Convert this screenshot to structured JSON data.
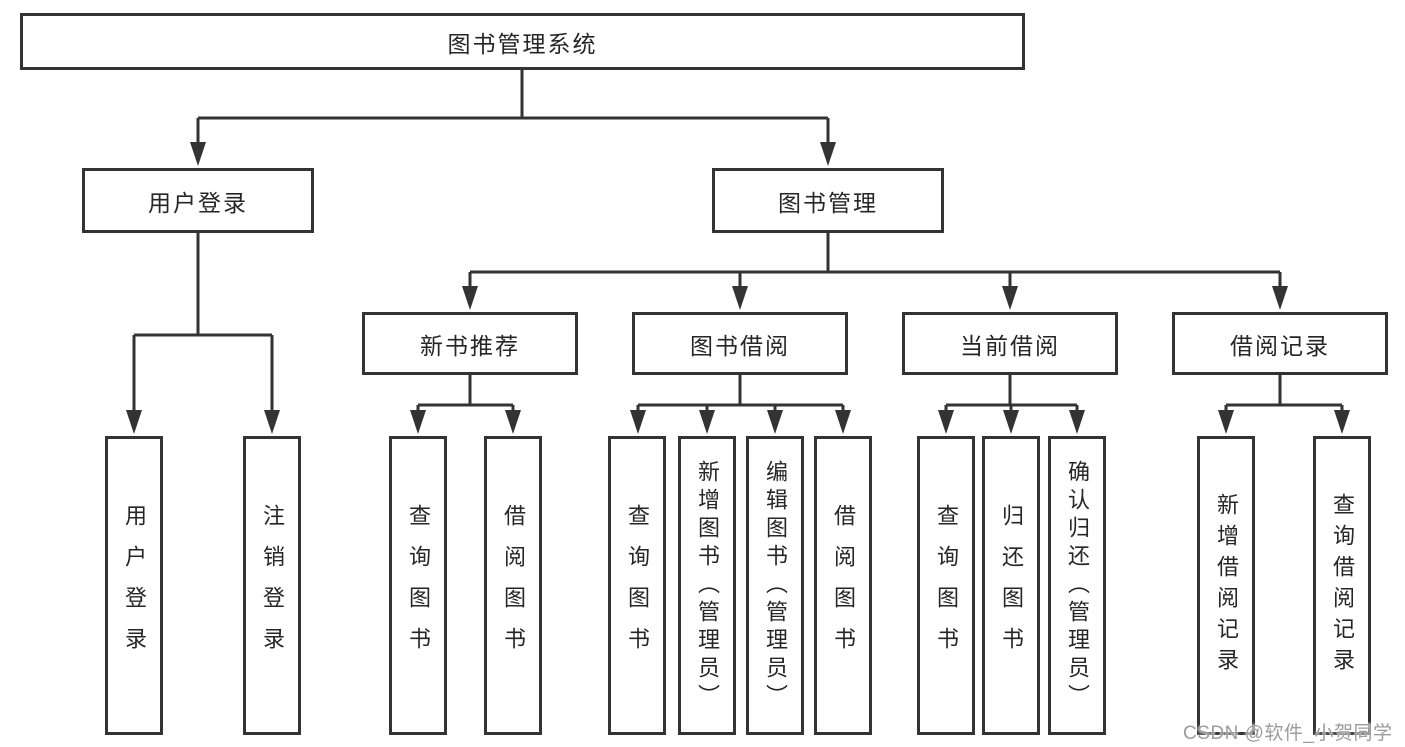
{
  "diagram": {
    "root": {
      "label": "图书管理系统"
    },
    "branches": [
      {
        "label": "用户登录",
        "children": [
          "用户登录",
          "注销登录"
        ]
      },
      {
        "label": "图书管理"
      }
    ],
    "modules": [
      {
        "label": "新书推荐",
        "children": [
          "查询图书",
          "借阅图书"
        ]
      },
      {
        "label": "图书借阅",
        "children": [
          "查询图书",
          "新增图书（管理员）",
          "编辑图书（管理员）",
          "借阅图书"
        ]
      },
      {
        "label": "当前借阅",
        "children": [
          "查询图书",
          "归还图书",
          "确认归还（管理员）"
        ]
      },
      {
        "label": "借阅记录",
        "children": [
          "新增借阅记录",
          "查询借阅记录"
        ]
      }
    ]
  },
  "watermark": {
    "text": "CSDN @软件_小贺同学"
  },
  "colors": {
    "line": "#333333",
    "text": "#262626",
    "background": "#ffffff",
    "watermark": "#9c9c9c"
  }
}
